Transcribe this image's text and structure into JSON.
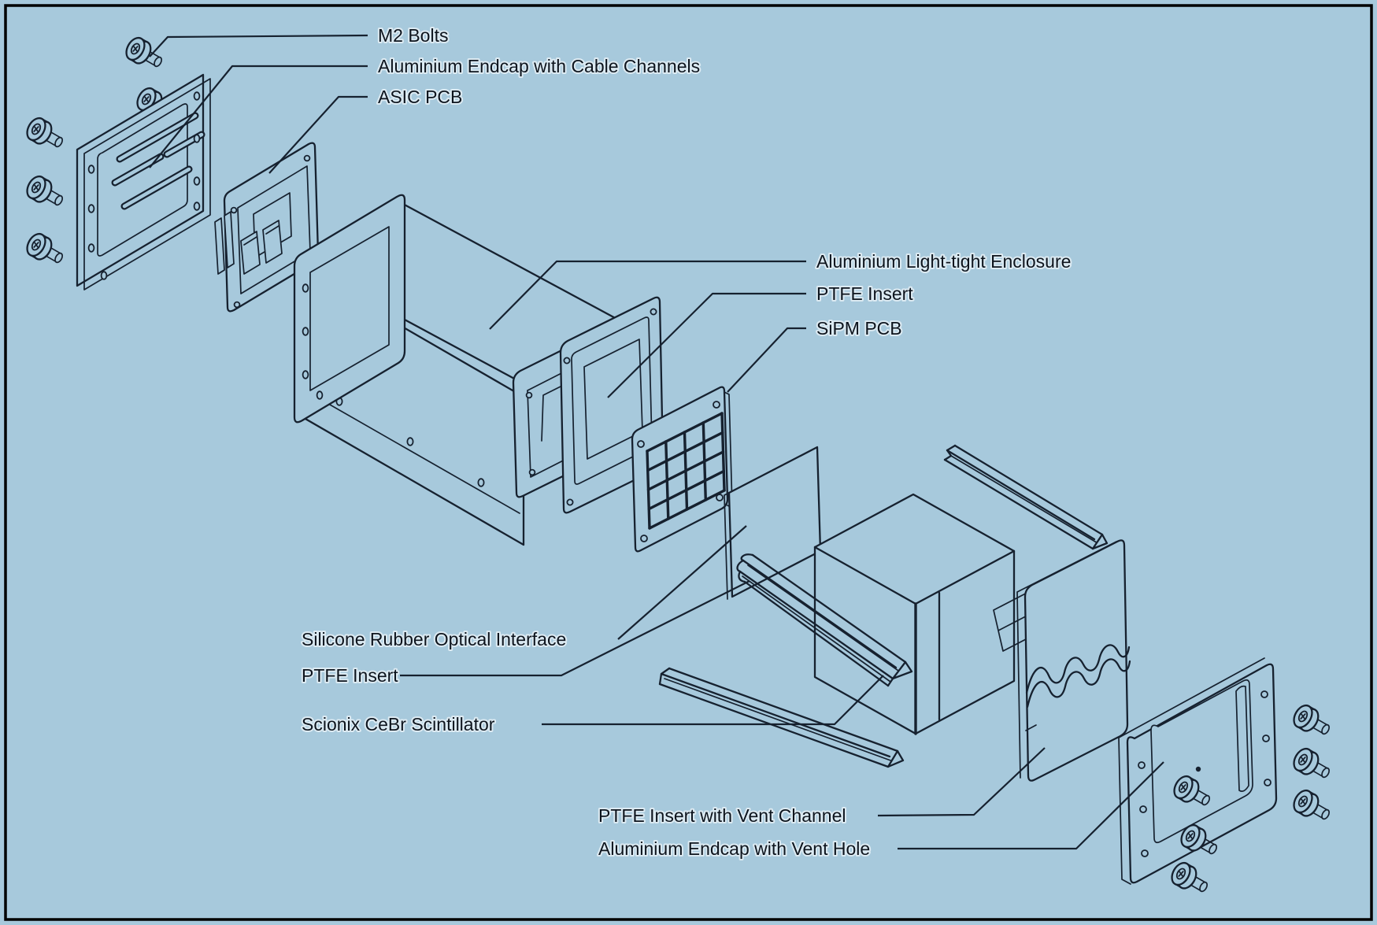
{
  "diagram": {
    "kind": "exploded-assembly-technical-drawing",
    "colors": {
      "background": "#a7c9dc",
      "line": "#16212f",
      "label_text": "#0d141d",
      "label_halo": "#dceaf2",
      "border": "#000000"
    },
    "callouts": [
      {
        "id": "m2-bolts",
        "text": "M2 Bolts"
      },
      {
        "id": "endcap-cable",
        "text": "Aluminium Endcap with Cable Channels"
      },
      {
        "id": "asic-pcb",
        "text": "ASIC PCB"
      },
      {
        "id": "enclosure",
        "text": "Aluminium Light-tight Enclosure"
      },
      {
        "id": "ptfe-insert-top",
        "text": "PTFE Insert"
      },
      {
        "id": "sipm-pcb",
        "text": "SiPM PCB"
      },
      {
        "id": "silicone-optical",
        "text": "Silicone Rubber Optical Interface"
      },
      {
        "id": "ptfe-insert-mid",
        "text": "PTFE Insert"
      },
      {
        "id": "scintillator",
        "text": "Scionix CeBr Scintillator"
      },
      {
        "id": "ptfe-vent-channel",
        "text": "PTFE Insert with Vent Channel"
      },
      {
        "id": "endcap-vent-hole",
        "text": "Aluminium Endcap with Vent Hole"
      }
    ]
  }
}
